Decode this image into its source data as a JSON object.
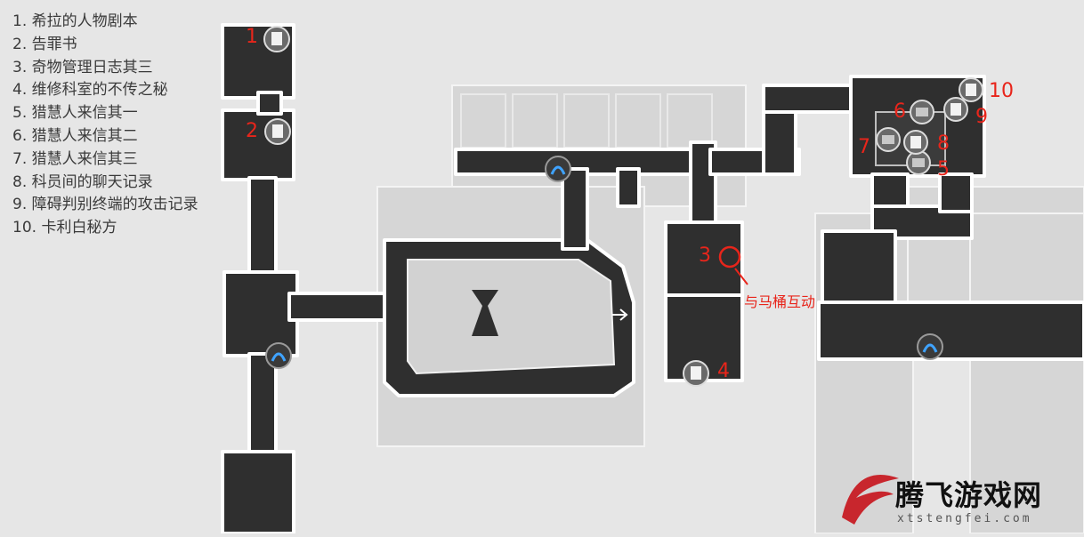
{
  "legend": {
    "items": [
      "1. 希拉的人物剧本",
      "2. 告罪书",
      "3. 奇物管理日志其三",
      "4. 维修科室的不传之秘",
      "5. 猎慧人来信其一",
      "6. 猎慧人来信其二",
      "7. 猎慧人来信其三",
      "8. 科员间的聊天记录",
      "9. 障碍判别终端的攻击记录",
      "10. 卡利白秘方"
    ]
  },
  "markers": [
    {
      "num": "1",
      "icon": "document-icon"
    },
    {
      "num": "2",
      "icon": "document-icon"
    },
    {
      "num": "3",
      "icon": "circle-marker-icon"
    },
    {
      "num": "4",
      "icon": "document-icon"
    },
    {
      "num": "5",
      "icon": "letter-icon"
    },
    {
      "num": "6",
      "icon": "letter-icon"
    },
    {
      "num": "7",
      "icon": "letter-icon"
    },
    {
      "num": "8",
      "icon": "chat-log-icon"
    },
    {
      "num": "9",
      "icon": "document-icon"
    },
    {
      "num": "10",
      "icon": "document-icon"
    }
  ],
  "annotation": {
    "text": "与马桶互动"
  },
  "waypoints": [
    {
      "icon": "space-anchor-icon"
    },
    {
      "icon": "space-anchor-icon"
    },
    {
      "icon": "space-anchor-icon"
    }
  ],
  "watermark": {
    "brand": "腾飞游戏网",
    "url": "xtstengfei.com"
  },
  "colors": {
    "corridor": "#2f2f2f",
    "outline": "#ffffff",
    "background": "#e6e6e6",
    "marker_text": "#e8251b",
    "anchor": "#3fa3ff"
  }
}
